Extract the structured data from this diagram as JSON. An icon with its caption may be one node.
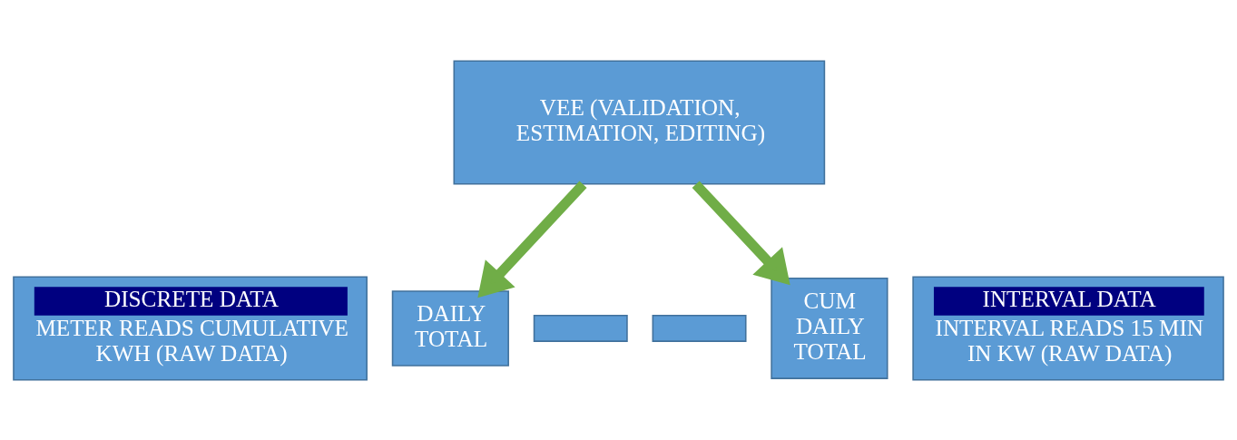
{
  "diagram": {
    "nodes": [
      {
        "text": [
          "VEE (VALIDATION, ESTIMATION, EDITING)"
        ]
      },
      {
        "text": [
          "DISCRETE DATA",
          "METER READS CUMULATIVE KWH (RAW DATA)"
        ]
      },
      {
        "text": [
          "DAILY TOTAL"
        ]
      },
      {
        "text": [],
        "shape": "bar"
      },
      {
        "text": [],
        "shape": "bar"
      },
      {
        "text": [
          "CUM DAILY TOTAL"
        ]
      },
      {
        "text": [
          "INTERVAL DATA",
          "INTERVAL READS 15 MIN IN KW (RAW DATA)"
        ]
      }
    ],
    "edges": [
      {
        "from": 0,
        "to": 2,
        "arrow": "to",
        "color": "#70ad47"
      },
      {
        "from": 0,
        "to": 5,
        "arrow": "to",
        "color": "#70ad47"
      }
    ]
  }
}
